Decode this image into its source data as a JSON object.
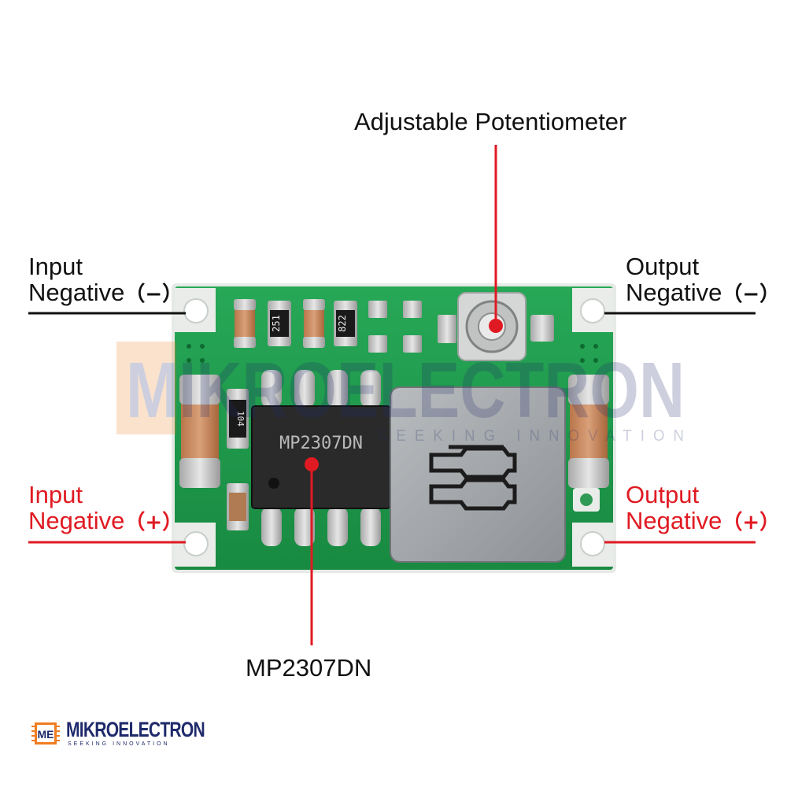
{
  "labels": {
    "pot_title": "Adjustable Potentiometer",
    "in_neg_line1": "Input",
    "in_neg_line2": "Negative",
    "in_neg_sym": "（−）",
    "out_neg_line1": "Output",
    "out_neg_line2": "Negative",
    "out_neg_sym": "（−）",
    "in_pos_line1": "Input",
    "in_pos_line2": "Negative",
    "in_pos_sym": "（+）",
    "out_pos_line1": "Output",
    "out_pos_line2": "Negative",
    "out_pos_sym": "（+）",
    "chip_label": "MP2307DN"
  },
  "board": {
    "chip_marking": "MP2307DN",
    "resistor_1": "251",
    "resistor_2": "822",
    "capacitor_code": "104"
  },
  "logo": {
    "mark": "ME",
    "word_a": "MIKRO",
    "word_b": "ELECTRON",
    "tagline": "SEEKING INNOVATION",
    "watermark": "MIKROELECTRON",
    "watermark_tag": "SEEKING INNOVATION"
  },
  "colors": {
    "black_label": "#111111",
    "red_label": "#e01a22",
    "pcb_green": "#1e9a4a",
    "brand": "#1f2a6b",
    "brand_orange": "#f07d22"
  }
}
